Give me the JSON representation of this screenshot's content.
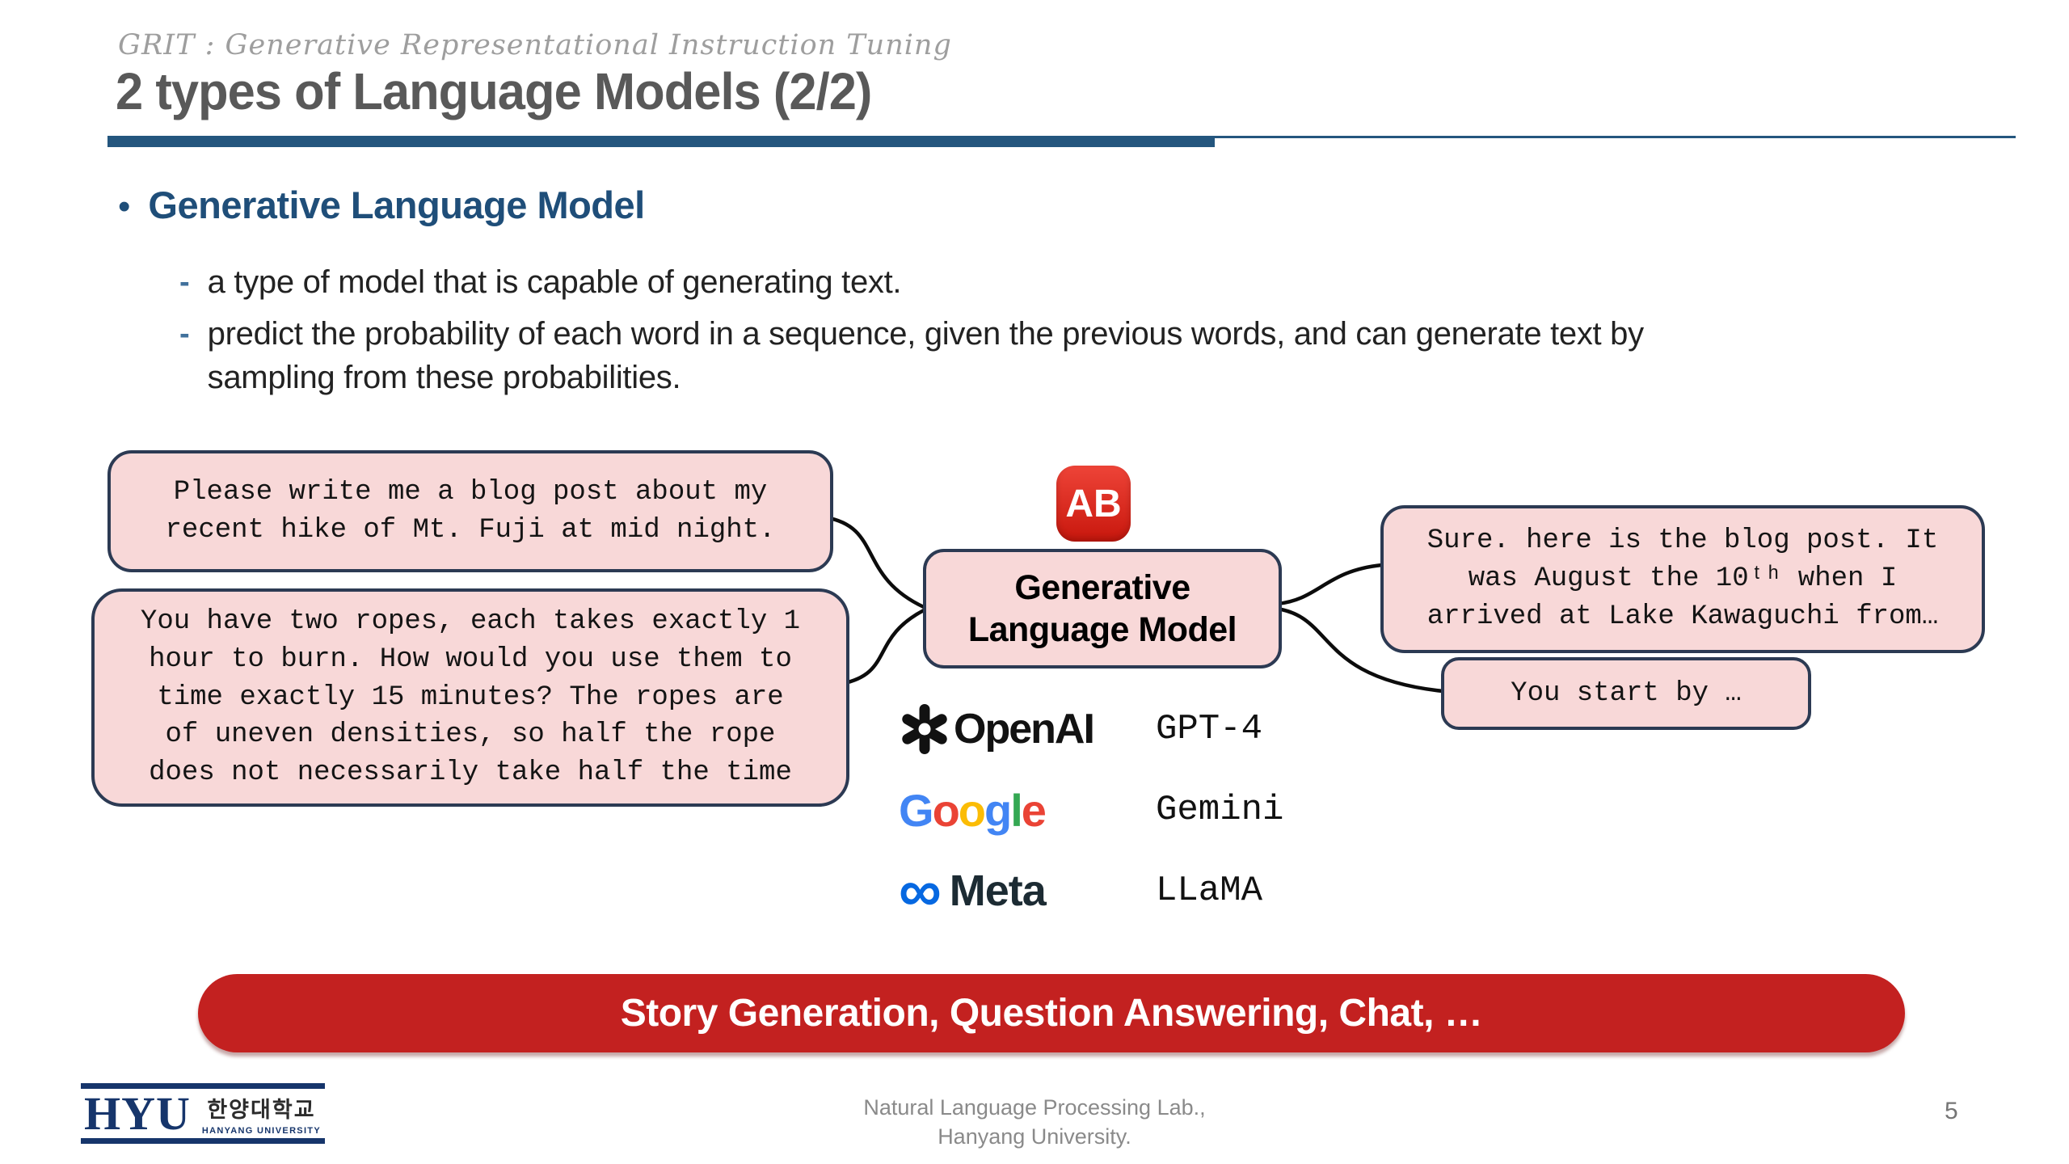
{
  "slide": {
    "kicker": "GRIT : Generative Representational Instruction Tuning",
    "title": "2 types of Language Models (2/2)",
    "page_number": "5"
  },
  "content": {
    "bullet": "•",
    "dash": "-",
    "heading": "Generative Language Model",
    "sub_bullets": [
      "a type of model that is capable of generating text.",
      "predict the probability of each word in a sequence, given the previous words, and can generate text by\nsampling from these probabilities."
    ]
  },
  "diagram": {
    "prompt_bubbles": [
      "Please write me a blog post about my\nrecent hike of Mt. Fuji at mid night.",
      "You have two ropes, each takes exactly 1\nhour to burn. How would you use them to\ntime exactly 15 minutes? The ropes are\nof uneven densities, so half the rope\ndoes not necessarily take half the time"
    ],
    "ab_icon": "AB",
    "model_box": "Generative\nLanguage Model",
    "response_bubbles": [
      "Sure. here is the blog post. It\nwas August the 10ᵗʰ when I\narrived at Lake Kawaguchi from…",
      "You start by …"
    ],
    "providers": [
      {
        "brand": "OpenAI",
        "model": "GPT-4"
      },
      {
        "brand": "Google",
        "model": "Gemini"
      },
      {
        "brand": "Meta",
        "model": "LLaMA",
        "infinity": "∞"
      }
    ],
    "google_letters": [
      "G",
      "o",
      "o",
      "g",
      "l",
      "e"
    ],
    "banner": "Story Generation, Question Answering, Chat, …"
  },
  "footer": {
    "lab": "Natural Language Processing Lab.,\nHanyang University.",
    "logo": {
      "acronym": "HYU",
      "korean": "한양대학교",
      "english": "HANYANG UNIVERSITY"
    }
  },
  "colors": {
    "accent_navy": "#1F4E79",
    "rule_navy": "#24567E",
    "title_gray": "#595959",
    "bubble_pink": "#F8D8D8",
    "bubble_border": "#2C3A53",
    "banner_red": "#C32120",
    "ab_red": "#C8170D",
    "meta_blue": "#0668E1",
    "google_blue": "#4285F4",
    "google_red": "#EA4335",
    "google_yellow": "#FBBC05",
    "google_green": "#34A853"
  }
}
